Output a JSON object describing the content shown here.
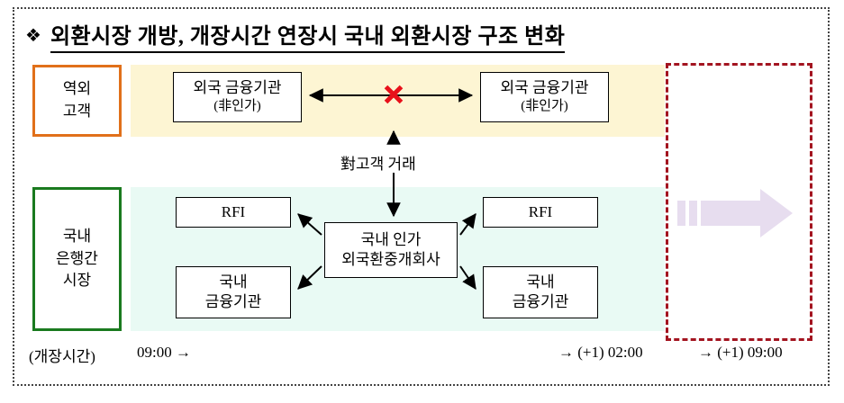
{
  "title": {
    "bullet": "❖",
    "text": "외환시장 개방, 개장시간 연장시 국내 외환시장 구조 변화"
  },
  "colors": {
    "offshore_band": "#fdf5d3",
    "domestic_band": "#e9faf4",
    "offshore_border": "#e1701a",
    "domestic_border": "#1a7a1f",
    "blocked_mark": "#e8101a",
    "extension_border": "#a31420",
    "extension_arrow": "#e7ddef",
    "node_border": "#000000",
    "frame": "#444444"
  },
  "segments": {
    "offshore": {
      "label_line1": "역외",
      "label_line2": "고객"
    },
    "domestic": {
      "label_line1": "국내",
      "label_line2": "은행간",
      "label_line3": "시장"
    }
  },
  "nodes": {
    "foreign_fi_left": {
      "line1": "외국 금융기관",
      "line2": "(非인가)"
    },
    "foreign_fi_right": {
      "line1": "외국 금융기관",
      "line2": "(非인가)"
    },
    "rfi_left": {
      "line1": "RFI"
    },
    "rfi_right": {
      "line1": "RFI"
    },
    "domestic_fi_left": {
      "line1": "국내",
      "line2": "금융기관"
    },
    "domestic_fi_right": {
      "line1": "국내",
      "line2": "금융기관"
    },
    "broker": {
      "line1": "국내 인가",
      "line2": "외국환중개회사"
    }
  },
  "annotations": {
    "customer_deal": "對고객 거래",
    "blocked": "✖"
  },
  "timeline": {
    "caption": "(개장시간)",
    "open": "09:00 →",
    "mid": "→ (+1) 02:00",
    "end": "→ (+1) 09:00"
  }
}
